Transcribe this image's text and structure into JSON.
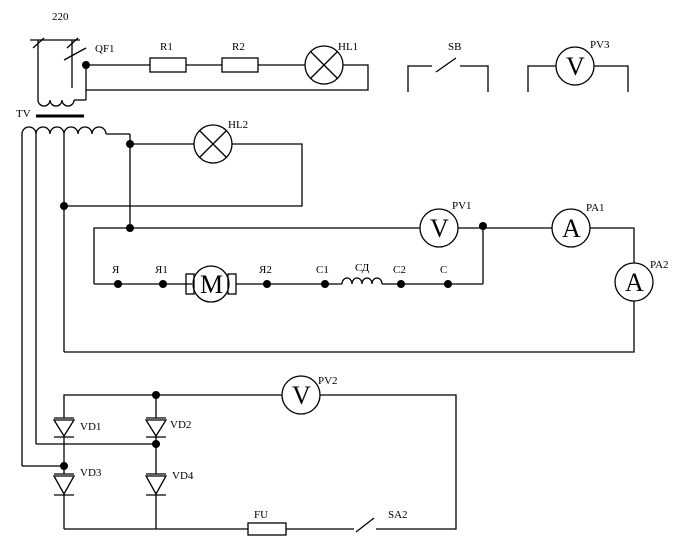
{
  "labels": {
    "supply": "220",
    "breaker": "QF1",
    "r1": "R1",
    "r2": "R2",
    "lamp1": "HL1",
    "button": "SB",
    "volt3": "PV3",
    "transformer": "TV",
    "lamp2": "HL2",
    "volt1": "PV1",
    "amm1": "PA1",
    "amm2": "PA2",
    "ya": "Я",
    "ya1": "Я1",
    "ya2": "Я2",
    "c1": "С1",
    "sd": "СД",
    "c2": "С2",
    "c": "С",
    "volt2": "PV2",
    "vd1": "VD1",
    "vd2": "VD2",
    "vd3": "VD3",
    "vd4": "VD4",
    "fuse": "FU",
    "switch2": "SA2"
  },
  "meter_symbols": {
    "volt": "V",
    "amm": "A",
    "motor": "M"
  }
}
